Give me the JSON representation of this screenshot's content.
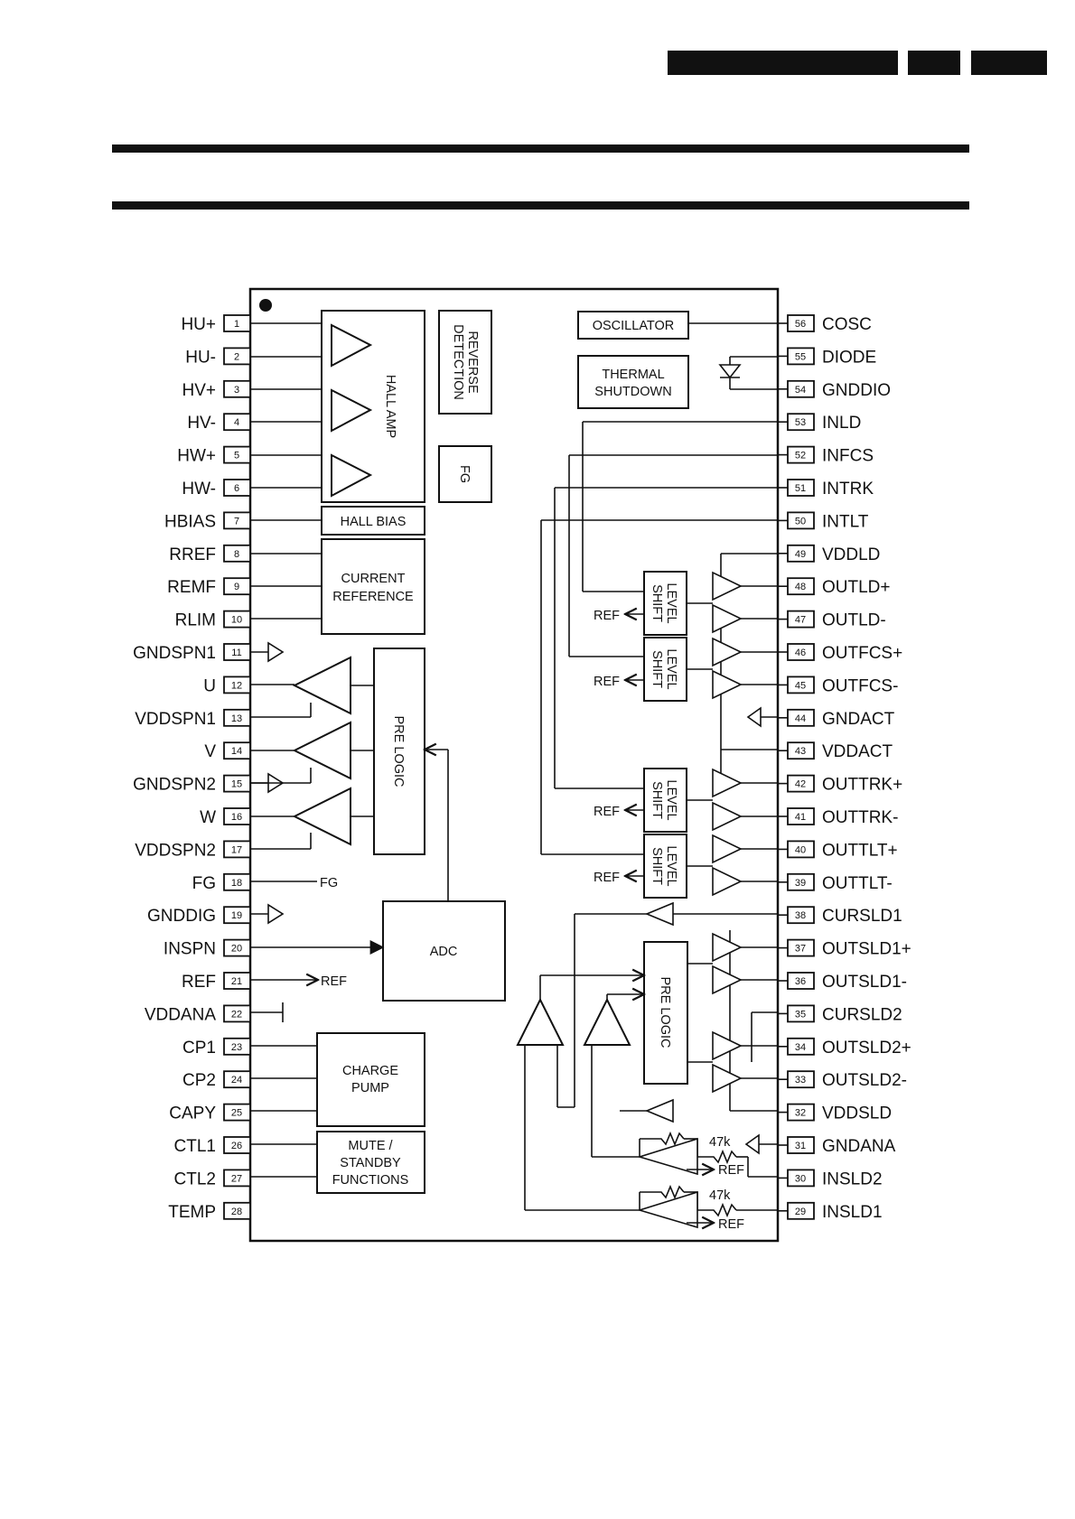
{
  "header": {
    "boxes": [
      "",
      "",
      ""
    ]
  },
  "blocks": {
    "hall_amp": "HALL AMP",
    "reverse_detection": [
      "REVERSE",
      "DETECTION"
    ],
    "fg": "FG",
    "hall_bias": "HALL BIAS",
    "current_reference": [
      "CURRENT",
      "REFERENCE"
    ],
    "pre_logic": "PRE LOGIC",
    "adc": "ADC",
    "charge_pump": [
      "CHARGE",
      "PUMP"
    ],
    "mute_standby": [
      "MUTE /",
      "STANDBY",
      "FUNCTIONS"
    ],
    "oscillator": "OSCILLATOR",
    "thermal_shutdown": [
      "THERMAL",
      "SHUTDOWN"
    ],
    "level_shift": [
      "LEVEL",
      "SHIFT"
    ],
    "pre_logic_right": "PRE LOGIC"
  },
  "labels": {
    "ref": "REF",
    "fg": "FG",
    "resistor": "47k"
  },
  "left_pins": [
    {
      "num": "1",
      "name": "HU+"
    },
    {
      "num": "2",
      "name": "HU-"
    },
    {
      "num": "3",
      "name": "HV+"
    },
    {
      "num": "4",
      "name": "HV-"
    },
    {
      "num": "5",
      "name": "HW+"
    },
    {
      "num": "6",
      "name": "HW-"
    },
    {
      "num": "7",
      "name": "HBIAS"
    },
    {
      "num": "8",
      "name": "RREF"
    },
    {
      "num": "9",
      "name": "REMF"
    },
    {
      "num": "10",
      "name": "RLIM"
    },
    {
      "num": "11",
      "name": "GNDSPN1"
    },
    {
      "num": "12",
      "name": "U"
    },
    {
      "num": "13",
      "name": "VDDSPN1"
    },
    {
      "num": "14",
      "name": "V"
    },
    {
      "num": "15",
      "name": "GNDSPN2"
    },
    {
      "num": "16",
      "name": "W"
    },
    {
      "num": "17",
      "name": "VDDSPN2"
    },
    {
      "num": "18",
      "name": "FG"
    },
    {
      "num": "19",
      "name": "GNDDIG"
    },
    {
      "num": "20",
      "name": "INSPN"
    },
    {
      "num": "21",
      "name": "REF"
    },
    {
      "num": "22",
      "name": "VDDANA"
    },
    {
      "num": "23",
      "name": "CP1"
    },
    {
      "num": "24",
      "name": "CP2"
    },
    {
      "num": "25",
      "name": "CAPY"
    },
    {
      "num": "26",
      "name": "CTL1"
    },
    {
      "num": "27",
      "name": "CTL2"
    },
    {
      "num": "28",
      "name": "TEMP"
    }
  ],
  "right_pins": [
    {
      "num": "56",
      "name": "COSC"
    },
    {
      "num": "55",
      "name": "DIODE"
    },
    {
      "num": "54",
      "name": "GNDDIO"
    },
    {
      "num": "53",
      "name": "INLD"
    },
    {
      "num": "52",
      "name": "INFCS"
    },
    {
      "num": "51",
      "name": "INTRK"
    },
    {
      "num": "50",
      "name": "INTLT"
    },
    {
      "num": "49",
      "name": "VDDLD"
    },
    {
      "num": "48",
      "name": "OUTLD+"
    },
    {
      "num": "47",
      "name": "OUTLD-"
    },
    {
      "num": "46",
      "name": "OUTFCS+"
    },
    {
      "num": "45",
      "name": "OUTFCS-"
    },
    {
      "num": "44",
      "name": "GNDACT"
    },
    {
      "num": "43",
      "name": "VDDACT"
    },
    {
      "num": "42",
      "name": "OUTTRK+"
    },
    {
      "num": "41",
      "name": "OUTTRK-"
    },
    {
      "num": "40",
      "name": "OUTTLT+"
    },
    {
      "num": "39",
      "name": "OUTTLT-"
    },
    {
      "num": "38",
      "name": "CURSLD1"
    },
    {
      "num": "37",
      "name": "OUTSLD1+"
    },
    {
      "num": "36",
      "name": "OUTSLD1-"
    },
    {
      "num": "35",
      "name": "CURSLD2"
    },
    {
      "num": "34",
      "name": "OUTSLD2+"
    },
    {
      "num": "33",
      "name": "OUTSLD2-"
    },
    {
      "num": "32",
      "name": "VDDSLD"
    },
    {
      "num": "31",
      "name": "GNDANA"
    },
    {
      "num": "30",
      "name": "INSLD2"
    },
    {
      "num": "29",
      "name": "INSLD1"
    }
  ]
}
